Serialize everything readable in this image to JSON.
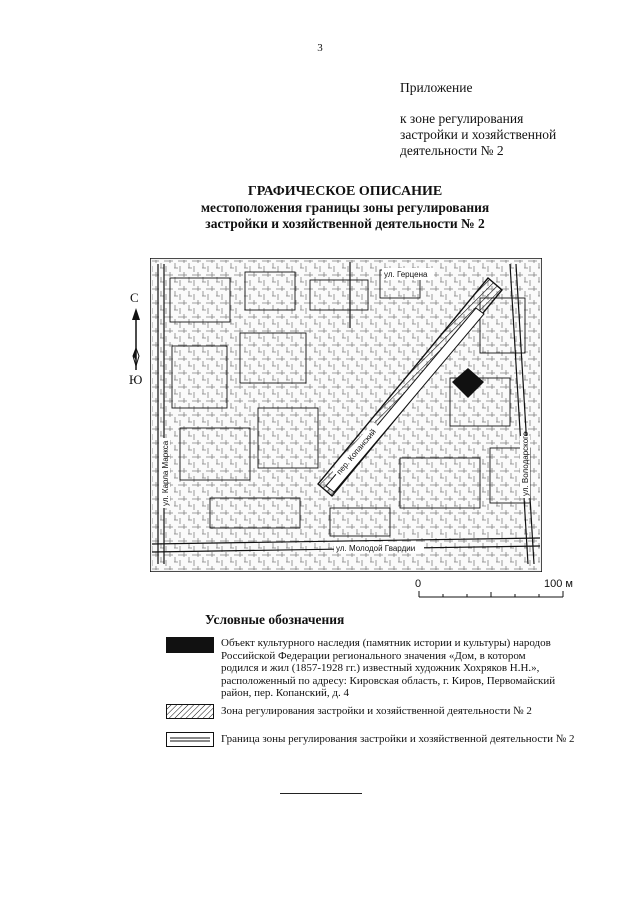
{
  "page_number": "3",
  "appendix": {
    "title": "Приложение",
    "lines": [
      "к зоне регулирования",
      "застройки и хозяйственной",
      "деятельности № 2"
    ]
  },
  "heading": {
    "line1": "ГРАФИЧЕСКОЕ ОПИСАНИЕ",
    "line2": "местоположения границы зоны регулирования",
    "line3": "застройки и хозяйственной деятельности № 2"
  },
  "map": {
    "streets": {
      "gertsena": "ул. Герцена",
      "kopansky": "пер. Копанский",
      "karla_marksa": "ул. Карла Маркса",
      "molodoy_gvardii": "ул. Молодой Гвардии",
      "right_street": "ул. Володарского"
    },
    "compass": {
      "north": "С",
      "south": "Ю"
    },
    "scale": {
      "zero": "0",
      "max": "100 м"
    }
  },
  "legend": {
    "title": "Условные обозначения",
    "items": [
      {
        "swatch": "solid-black",
        "lines": [
          "Объект культурного наследия (памятник истории и культуры) народов",
          "Российской Федерации регионального значения «Дом, в котором",
          "родился и жил (1857-1928 гг.) известный художник Хохряков Н.Н.»,",
          "расположенный по адресу: Кировская область, г. Киров, Первомайский",
          "район, пер. Копанский, д. 4"
        ]
      },
      {
        "swatch": "hatched",
        "lines": [
          "Зона регулирования застройки и хозяйственной деятельности № 2"
        ]
      },
      {
        "swatch": "double-line",
        "lines": [
          "Граница зоны регулирования застройки и хозяйственной деятельности № 2"
        ]
      }
    ]
  }
}
